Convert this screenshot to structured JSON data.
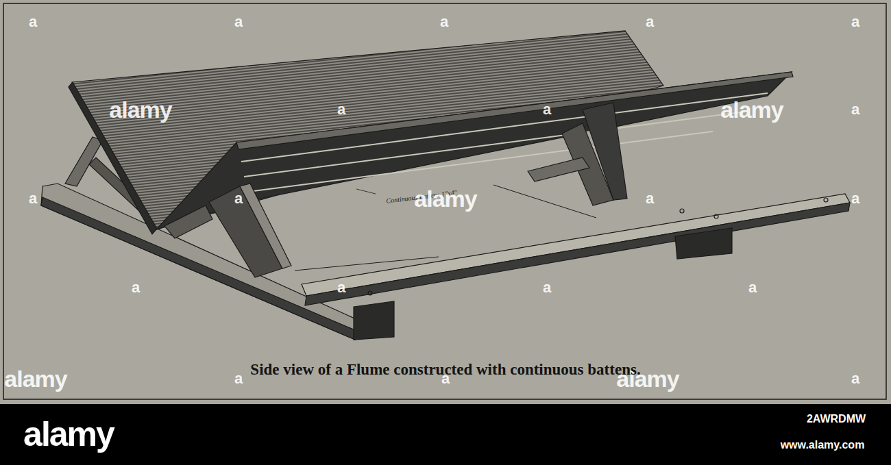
{
  "diagram": {
    "caption": "Side view of a Flume constructed with continuous battens.",
    "labels": [
      "Continuous Battens 1\"x4\"",
      "a",
      "a",
      "a",
      "a",
      "a",
      "alamy",
      "a",
      "a",
      "alamy",
      "a",
      "a",
      "a",
      "alamy",
      "a",
      "a",
      "a",
      "a",
      "a",
      "a",
      "alamy",
      "a",
      "a",
      "alamy",
      "a",
      "alamy",
      "2AWRDMW",
      "www.alamy.com"
    ]
  }
}
